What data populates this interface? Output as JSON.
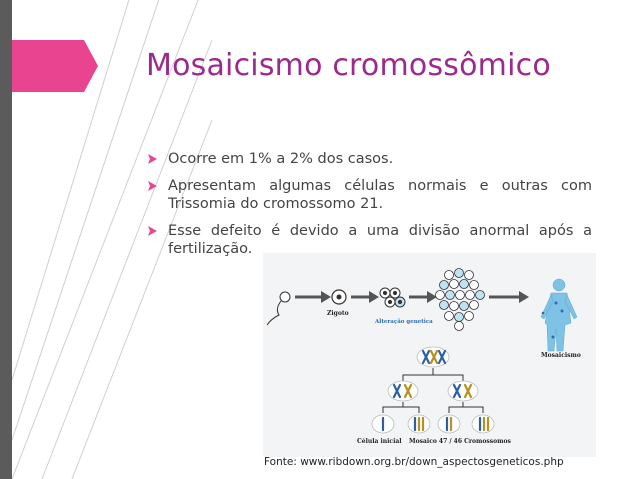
{
  "slide": {
    "title": "Mosaicismo cromossômico",
    "bullets": [
      "Ocorre em 1% a 2% dos casos.",
      "Apresentam algumas células normais e outras com Trissomia do cromossomo 21.",
      "Esse defeito é devido a uma divisão anormal após a fertilização."
    ],
    "figure": {
      "labels": {
        "zigoto": "Zigoto",
        "alteracao": "Alteração genetica",
        "mosaicismo": "Mosaicismo",
        "celula": "Célula inicial",
        "mosaico": "Mosaico 47 / 46 Cromossomos"
      }
    },
    "caption": "Fonte: www.ribdown.org.br/down_aspectosgeneticos.php"
  },
  "colors": {
    "title": "#9c2a8c",
    "accent": "#e9448f",
    "bar": "#5b5b5b"
  }
}
